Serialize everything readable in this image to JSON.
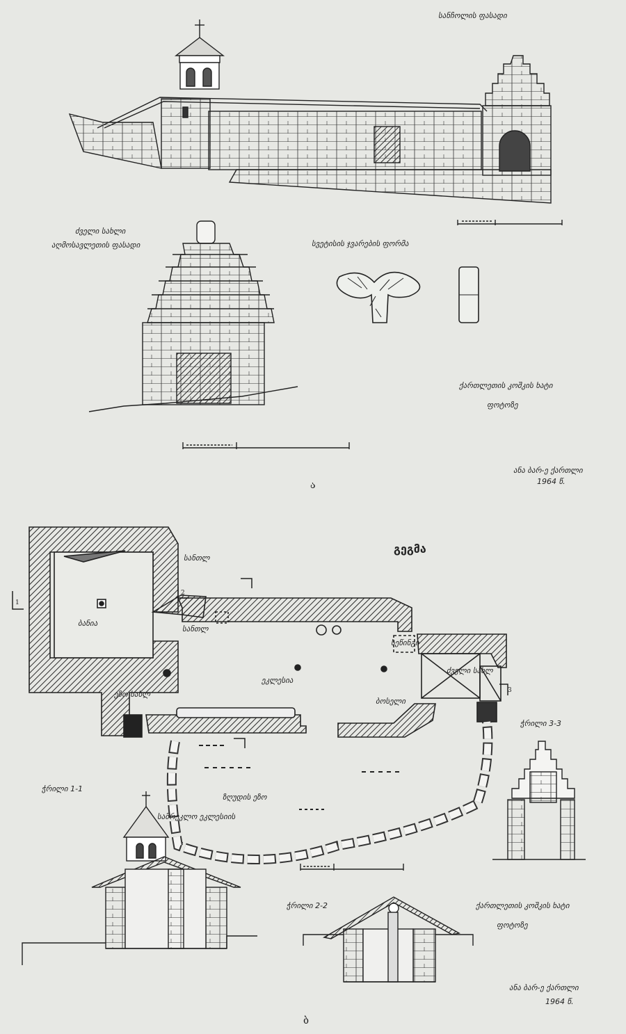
{
  "sheet_a": {
    "facade_title": "სანჩოლის ფასადი",
    "tower_title_1": "ძველი სახლი",
    "tower_title_2": "აღმოსავლეთის ფასადი",
    "cross_title": "სვეტისის ჯვარების ფორმა",
    "caption_1": "ქართლეთის კოშკის ხატი",
    "caption_2": "ფოტოზე",
    "author": "ანა ბარ-ე ქართლი",
    "year": "1964 წ.",
    "letter": "ა"
  },
  "sheet_b": {
    "plan_title": "გეგმა",
    "room_1": "ბანია",
    "room_2": "სანთლ",
    "room_3": "ძველი სახლ",
    "room_4": "ეკლესია",
    "room_5": "ბოსელი",
    "room_6": "ეზო სახლ",
    "room_7": "სეწინგი",
    "label_niche": "სანთლ",
    "yard": "ზღუდის ეზო",
    "cut_11": "ჭრილი 1-1",
    "cut_22": "ჭრილი 2-2",
    "cut_33": "ჭრილი 3-3",
    "bell_label": "სამრეკლო ეკლესიის",
    "caption_1": "ქართლეთის კოშკის ხატი",
    "caption_2": "ფოტოზე",
    "author": "ანა ბარ-ე ქართლი",
    "year": "1964 წ.",
    "letter": "ბ",
    "cut_mark_1": "1",
    "cut_mark_2": "2",
    "cut_mark_3": "3"
  }
}
